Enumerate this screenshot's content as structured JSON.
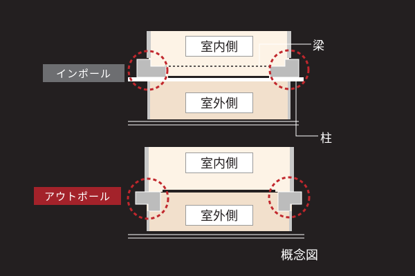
{
  "diagrams": [
    {
      "style_label": "インポール",
      "inside_label": "室内側",
      "outside_label": "室外側"
    },
    {
      "style_label": "アウトポール",
      "inside_label": "室内側",
      "outside_label": "室外側"
    }
  ],
  "callouts": {
    "beam": "梁",
    "column": "柱"
  },
  "caption": "概念図",
  "colors": {
    "background": "#231f20",
    "room_fill": "#fdf3e6",
    "outside_fill": "#f2e0cc",
    "wall": "#c9c9c9",
    "highlight_circle": "#c1272d",
    "inpole_badge": "#6d6e71",
    "outpole_badge": "#a3222a"
  }
}
